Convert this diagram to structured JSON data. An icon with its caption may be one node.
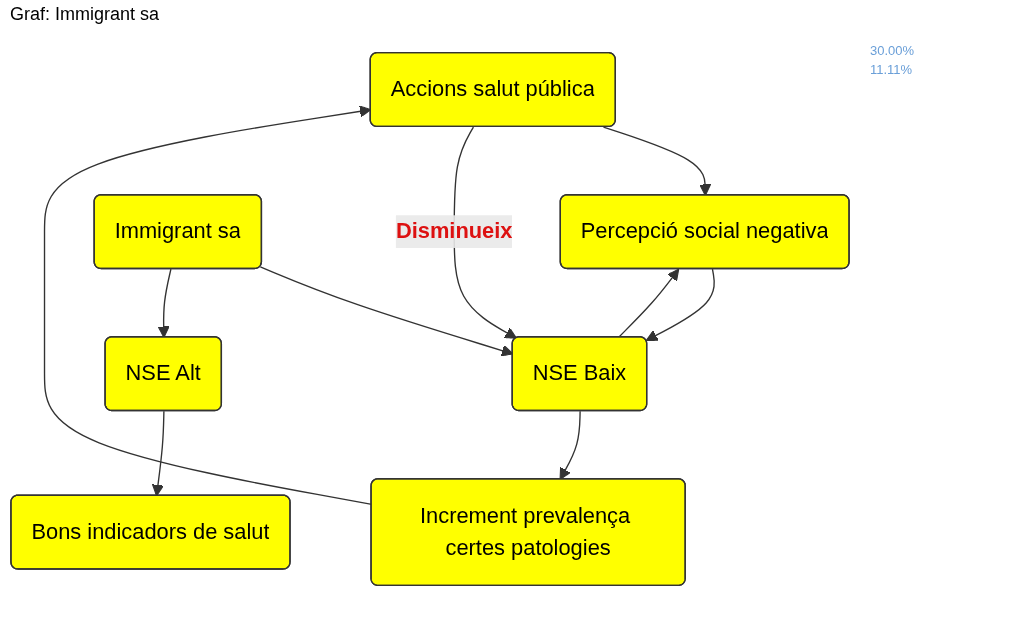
{
  "diagram": {
    "title": "Graf: Immigrant sa",
    "nodes": [
      {
        "text": [
          "Accions salut pública"
        ]
      },
      {
        "text": [
          "Percepció social negativa"
        ]
      },
      {
        "text": [
          "Immigrant sa"
        ]
      },
      {
        "text": [
          "NSE Baix"
        ]
      },
      {
        "text": [
          "Increment prevalença certes patologies"
        ]
      },
      {
        "text": [
          "NSE Alt"
        ]
      },
      {
        "text": [
          "Bons indicadors de salut"
        ]
      }
    ],
    "edges": [
      {
        "from": 0,
        "to": 1,
        "arrow": "to"
      },
      {
        "from": 0,
        "to": 3,
        "arrow": "to",
        "label": "Disminueix"
      },
      {
        "from": 1,
        "to": 3,
        "arrow": "to"
      },
      {
        "from": 3,
        "to": 1,
        "arrow": "to"
      },
      {
        "from": 2,
        "to": 3,
        "arrow": "to"
      },
      {
        "from": 3,
        "to": 4,
        "arrow": "to"
      },
      {
        "from": 4,
        "to": 0,
        "arrow": "to"
      },
      {
        "from": 2,
        "to": 5,
        "arrow": "to"
      },
      {
        "from": 5,
        "to": 6,
        "arrow": "to"
      }
    ],
    "labels": [
      "30.00%",
      "11.11%"
    ]
  }
}
